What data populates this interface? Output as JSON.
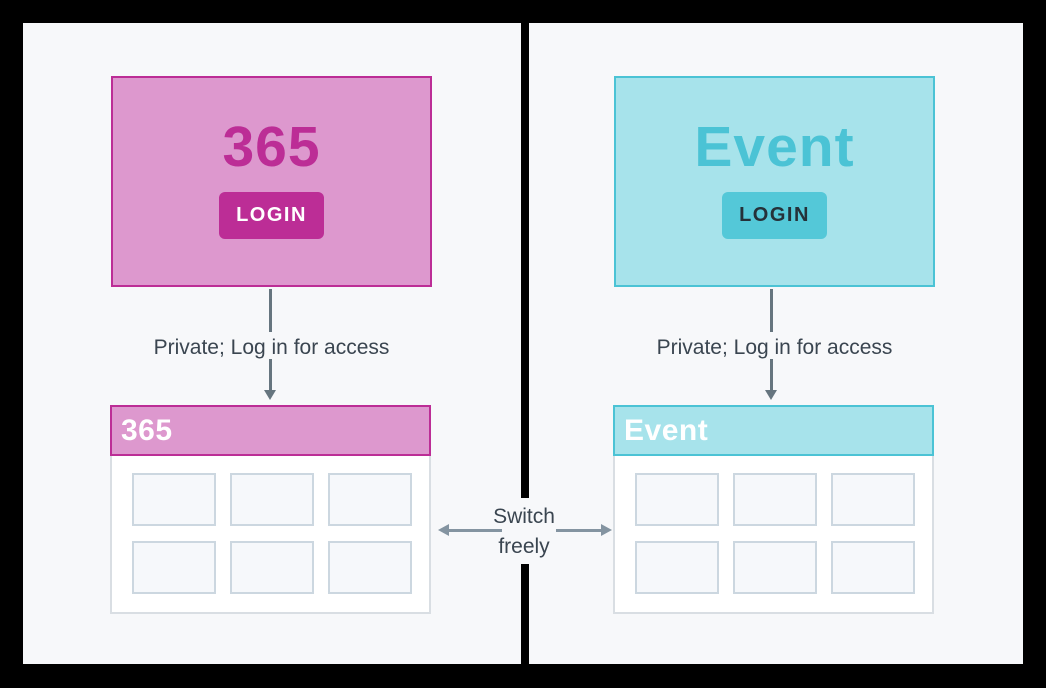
{
  "colors": {
    "frame": "#000000",
    "panel_bg": "#f7f8fa",
    "pink_fill": "#dd98ce",
    "pink_accent": "#bc2d96",
    "cyan_fill": "#a7e3eb",
    "cyan_accent": "#4bc3d5",
    "cyan_button": "#54c8d8",
    "button_dark_text": "#253139",
    "dark_text": "#3a4550",
    "arrow_vertical": "#66757f",
    "arrow_horizontal": "#8494a1",
    "window_border": "#d9dee3",
    "tile_border": "#ccd7e0",
    "tile_fill": "#f6f8fb",
    "white": "#ffffff"
  },
  "left_panel": {
    "card": {
      "title": "365",
      "login_label": "LOGIN"
    },
    "caption": "Private; Log in for access",
    "window_title": "365"
  },
  "right_panel": {
    "card": {
      "title": "Event",
      "login_label": "LOGIN"
    },
    "caption": "Private; Log in for access",
    "window_title": "Event"
  },
  "center": {
    "switch_line1": "Switch",
    "switch_line2": "freely"
  }
}
